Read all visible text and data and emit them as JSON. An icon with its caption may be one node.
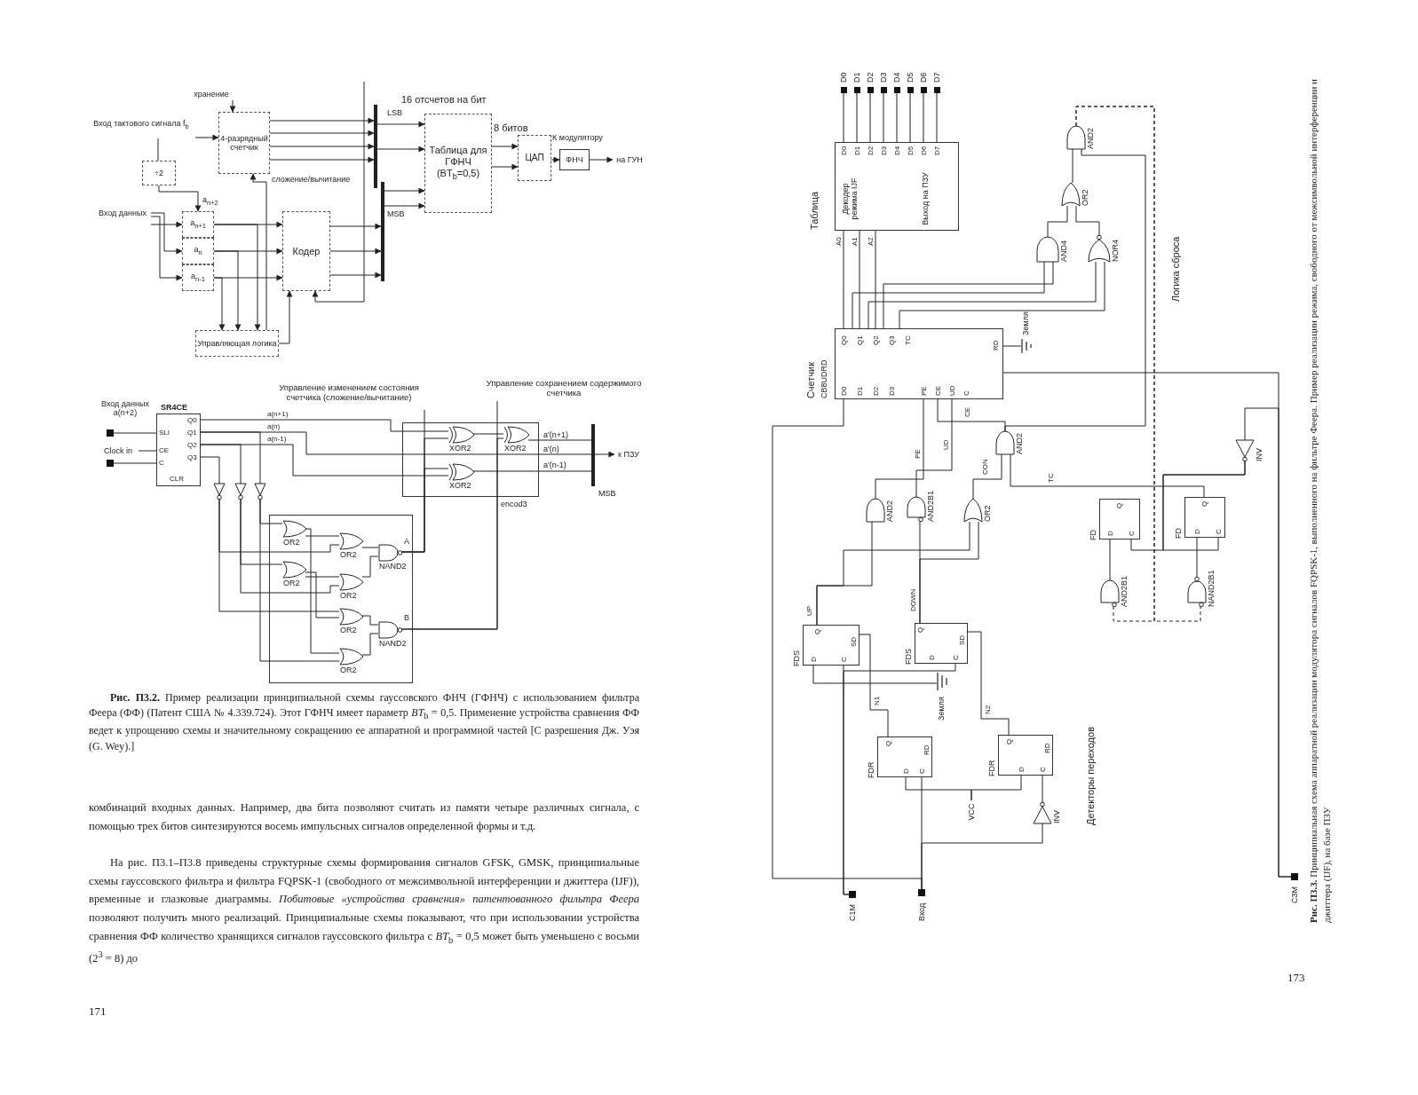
{
  "diagram": {
    "nodes": [
      {
        "text": [
          "хранение"
        ]
      },
      {
        "text": [
          "Вход тактового сигнала f$_{b}$"
        ]
      },
      {
        "text": [
          "4-разрядный счетчик"
        ]
      },
      {
        "text": [
          "÷2"
        ]
      },
      {
        "text": [
          "Вход данных"
        ]
      },
      {
        "text": [
          "a$_{n+1}$"
        ]
      },
      {
        "text": [
          "a$_{n}$"
        ]
      },
      {
        "text": [
          "a$_{n-1}$"
        ]
      },
      {
        "text": [
          "Кодер"
        ]
      },
      {
        "text": [
          "Управляющая логика"
        ]
      },
      {
        "text": [
          "Таблица для ГФНЧ (BT$_{b}$=0,5)"
        ]
      },
      {
        "text": [
          "ЦАП"
        ]
      },
      {
        "text": [
          "ФНЧ"
        ]
      },
      {
        "text": [],
        "shape": "bar"
      },
      {
        "text": [],
        "shape": "bar"
      },
      {
        "text": [
          "Вход данных a(n+2)"
        ]
      },
      {
        "text": [
          "Clock in"
        ]
      },
      {
        "text": [],
        "shape": "square"
      },
      {
        "text": [
          "SR4CE",
          "SLI",
          "CE",
          "C",
          "CLR",
          "Q0",
          "Q1",
          "Q2",
          "Q3"
        ]
      },
      {
        "text": [
          "encod3"
        ]
      },
      {
        "text": [
          "XOR2"
        ],
        "in": 19
      },
      {
        "text": [
          "XOR2"
        ],
        "in": 19
      },
      {
        "text": [
          "XOR2"
        ],
        "in": 19
      },
      {
        "text": [],
        "shape": "triangle"
      },
      {
        "text": [],
        "shape": "triangle"
      },
      {
        "text": [],
        "shape": "triangle"
      },
      {
        "text": [],
        "shape": "box"
      },
      {
        "text": [
          "OR2"
        ],
        "in": 26
      },
      {
        "text": [
          "OR2"
        ],
        "in": 26
      },
      {
        "text": [
          "NAND2"
        ],
        "in": 26
      },
      {
        "text": [
          "OR2"
        ],
        "in": 26
      },
      {
        "text": [
          "OR2"
        ],
        "in": 26
      },
      {
        "text": [
          "OR2"
        ],
        "in": 26
      },
      {
        "text": [
          "NAND2"
        ],
        "in": 26
      },
      {
        "text": [
          "OR2"
        ],
        "in": 26
      },
      {
        "text": [],
        "shape": "bar"
      },
      {
        "text": [
          "Управление изменением состояния счетчика (сложение/вычитание)"
        ]
      },
      {
        "text": [
          "Управление сохранением содержимого счетчика"
        ]
      },
      {
        "text": [
          "Таблица",
          "Декодер режима IJF",
          "Выход на ПЗУ",
          "D0",
          "D1",
          "D2",
          "D3",
          "D4",
          "D5",
          "D6",
          "D7",
          "A0",
          "A1",
          "A2"
        ]
      },
      {
        "text": [
          "D0"
        ]
      },
      {
        "text": [
          "D1"
        ]
      },
      {
        "text": [
          "D2"
        ]
      },
      {
        "text": [
          "D3"
        ]
      },
      {
        "text": [
          "D4"
        ]
      },
      {
        "text": [
          "D5"
        ]
      },
      {
        "text": [
          "D6"
        ]
      },
      {
        "text": [
          "D7"
        ]
      },
      {
        "text": [
          "Счетчик",
          "CB8UDRD",
          "D0",
          "D1",
          "D2",
          "D3",
          "PE",
          "CE",
          "UD",
          "C",
          "RD",
          "Q0",
          "Q1",
          "Q2",
          "Q3",
          "TC"
        ]
      },
      {
        "text": [
          "Земля"
        ]
      },
      {
        "text": [
          "AND4"
        ]
      },
      {
        "text": [
          "NOR4"
        ]
      },
      {
        "text": [
          "OR2"
        ]
      },
      {
        "text": [
          "AND2"
        ]
      },
      {
        "text": [
          "AND2"
        ]
      },
      {
        "text": [
          "AND2"
        ]
      },
      {
        "text": [
          "AND2B1"
        ]
      },
      {
        "text": [
          "OR2"
        ]
      },
      {
        "text": [
          "FDS",
          "Q",
          "D",
          "C",
          "SD"
        ]
      },
      {
        "text": [
          "FDS",
          "Q",
          "D",
          "C",
          "SD"
        ]
      },
      {
        "text": [
          "FDR",
          "Q",
          "D",
          "C",
          "RD"
        ]
      },
      {
        "text": [
          "FDR",
          "Q",
          "D",
          "C",
          "RD"
        ]
      },
      {
        "text": [
          "VCC"
        ]
      },
      {
        "text": [
          "INV"
        ]
      },
      {
        "text": [
          "Земля"
        ]
      },
      {
        "text": [
          "C1M"
        ]
      },
      {
        "text": [
          "Вход"
        ]
      },
      {
        "text": [
          "FD",
          "Q",
          "D",
          "C"
        ]
      },
      {
        "text": [
          "FD",
          "Q",
          "D",
          "C"
        ]
      },
      {
        "text": [
          "AND2B1"
        ]
      },
      {
        "text": [
          "NAND2B1"
        ]
      },
      {
        "text": [
          "INV"
        ]
      },
      {
        "text": [
          "C3M"
        ]
      },
      {
        "text": [
          "на ГУН"
        ]
      },
      {
        "text": [
          "к ПЗУ"
        ]
      }
    ],
    "edges": [
      {
        "from": 0,
        "to": 2,
        "arrow": "to"
      },
      {
        "from": 1,
        "to": 2,
        "arrow": "to"
      },
      {
        "from": 1,
        "to": 3,
        "arrow": "none"
      },
      {
        "from": 3,
        "to": 5,
        "arrow": "to"
      },
      {
        "from": 4,
        "to": 5,
        "arrow": "to"
      },
      {
        "from": 4,
        "to": 6,
        "arrow": "to"
      },
      {
        "from": 4,
        "to": 7,
        "arrow": "to"
      },
      {
        "from": 5,
        "to": 8,
        "arrow": "to"
      },
      {
        "from": 6,
        "to": 8,
        "arrow": "to"
      },
      {
        "from": 7,
        "to": 8,
        "arrow": "to"
      },
      {
        "from": 5,
        "to": 9,
        "arrow": "to"
      },
      {
        "from": 6,
        "to": 9,
        "arrow": "to"
      },
      {
        "from": 7,
        "to": 9,
        "arrow": "to"
      },
      {
        "from": 9,
        "to": 8,
        "arrow": "to"
      },
      {
        "from": 9,
        "to": 2,
        "arrow": "to"
      },
      {
        "from": null,
        "to": 8,
        "arrow": "to"
      },
      {
        "from": 2,
        "to": 13,
        "arrow": "to"
      },
      {
        "from": 2,
        "to": 13,
        "arrow": "to"
      },
      {
        "from": 2,
        "to": 13,
        "arrow": "to"
      },
      {
        "from": 2,
        "to": 13,
        "arrow": "to"
      },
      {
        "from": 8,
        "to": 14,
        "arrow": "to"
      },
      {
        "from": 8,
        "to": 14,
        "arrow": "to"
      },
      {
        "from": 8,
        "to": 14,
        "arrow": "to"
      },
      {
        "from": 13,
        "to": 10,
        "arrow": "to"
      },
      {
        "from": 13,
        "to": 10,
        "arrow": "to"
      },
      {
        "from": 14,
        "to": 10,
        "arrow": "to"
      },
      {
        "from": 14,
        "to": 10,
        "arrow": "to"
      },
      {
        "from": 10,
        "to": 11,
        "arrow": "to"
      },
      {
        "from": 10,
        "to": 11,
        "arrow": "to"
      },
      {
        "from": 11,
        "to": 12,
        "arrow": "to"
      },
      {
        "from": 12,
        "to": 72,
        "arrow": "to"
      },
      {
        "from": 15,
        "to": 18,
        "arrow": "none"
      },
      {
        "from": 16,
        "to": 18,
        "arrow": "none"
      },
      {
        "from": 17,
        "to": 18,
        "arrow": "none"
      },
      {
        "from": 18,
        "to": 20,
        "arrow": "none",
        "label": "a(n+1)"
      },
      {
        "from": 18,
        "to": 35,
        "arrow": "none",
        "label": "a(n)"
      },
      {
        "from": 18,
        "to": 22,
        "arrow": "none",
        "label": "a(n-1)"
      },
      {
        "from": 20,
        "to": 21,
        "arrow": "none"
      },
      {
        "from": 21,
        "to": 35,
        "arrow": "none"
      },
      {
        "from": 22,
        "to": 35,
        "arrow": "none"
      },
      {
        "from": 35,
        "to": 73,
        "arrow": "to"
      },
      {
        "from": 18,
        "to": 23,
        "arrow": "none"
      },
      {
        "from": 18,
        "to": 24,
        "arrow": "none"
      },
      {
        "from": 18,
        "to": 25,
        "arrow": "none"
      },
      {
        "from": 25,
        "to": 27,
        "arrow": "none"
      },
      {
        "from": 24,
        "to": 30,
        "arrow": "none"
      },
      {
        "from": 23,
        "to": 32,
        "arrow": "none"
      },
      {
        "from": 27,
        "to": 28,
        "arrow": "none"
      },
      {
        "from": 30,
        "to": 31,
        "arrow": "none"
      },
      {
        "from": 28,
        "to": 29,
        "arrow": "none"
      },
      {
        "from": 31,
        "to": 29,
        "arrow": "none"
      },
      {
        "from": 32,
        "to": 33,
        "arrow": "none"
      },
      {
        "from": 34,
        "to": 33,
        "arrow": "none"
      },
      {
        "from": 27,
        "to": 34,
        "arrow": "none"
      },
      {
        "from": 30,
        "to": 32,
        "arrow": "none"
      },
      {
        "from": 23,
        "to": 28,
        "arrow": "none"
      },
      {
        "from": 24,
        "to": 31,
        "arrow": "none"
      },
      {
        "from": 25,
        "to": 34,
        "arrow": "none"
      },
      {
        "from": 29,
        "to": 36,
        "arrow": "none"
      },
      {
        "from": 29,
        "to": 20,
        "arrow": "none"
      },
      {
        "from": 29,
        "to": 22,
        "arrow": "none"
      },
      {
        "from": 33,
        "to": 37,
        "arrow": "none"
      },
      {
        "from": 33,
        "to": 21,
        "arrow": "none"
      },
      {
        "from": 38,
        "to": 39,
        "arrow": "none"
      },
      {
        "from": 38,
        "to": 40,
        "arrow": "none"
      },
      {
        "from": 38,
        "to": 41,
        "arrow": "none"
      },
      {
        "from": 38,
        "to": 42,
        "arrow": "none"
      },
      {
        "from": 38,
        "to": 43,
        "arrow": "none"
      },
      {
        "from": 38,
        "to": 44,
        "arrow": "none"
      },
      {
        "from": 38,
        "to": 45,
        "arrow": "none"
      },
      {
        "from": 38,
        "to": 46,
        "arrow": "none"
      },
      {
        "from": 38,
        "to": 47,
        "arrow": "none"
      },
      {
        "from": 38,
        "to": 47,
        "arrow": "none"
      },
      {
        "from": 38,
        "to": 47,
        "arrow": "none"
      },
      {
        "from": 47,
        "to": 48,
        "arrow": "none"
      },
      {
        "from": 47,
        "to": 49,
        "arrow": "none"
      },
      {
        "from": 47,
        "to": 49,
        "arrow": "none"
      },
      {
        "from": 47,
        "to": 50,
        "arrow": "none"
      },
      {
        "from": 47,
        "to": 50,
        "arrow": "none"
      },
      {
        "from": 49,
        "to": 51,
        "arrow": "none"
      },
      {
        "from": 50,
        "to": 51,
        "arrow": "none"
      },
      {
        "from": 51,
        "to": 52,
        "arrow": "none"
      },
      {
        "from": 53,
        "to": 47,
        "arrow": "none",
        "label": "CE"
      },
      {
        "from": 53,
        "to": 52,
        "arrow": "none"
      },
      {
        "from": 54,
        "to": 47,
        "arrow": "none",
        "label": "PE"
      },
      {
        "from": 55,
        "to": 47,
        "arrow": "none",
        "label": "UD"
      },
      {
        "from": 56,
        "to": 53,
        "arrow": "none",
        "label": "CON"
      },
      {
        "from": 57,
        "to": 54,
        "arrow": "none",
        "label": "UP"
      },
      {
        "from": 57,
        "to": 56,
        "arrow": "none"
      },
      {
        "from": 58,
        "to": 55,
        "arrow": "none",
        "label": "DOWN"
      },
      {
        "from": 58,
        "to": 56,
        "arrow": "none"
      },
      {
        "from": 59,
        "to": 57,
        "arrow": "none",
        "label": "N1"
      },
      {
        "from": 60,
        "to": 58,
        "arrow": "none",
        "label": "N2"
      },
      {
        "from": 61,
        "to": 59,
        "arrow": "none"
      },
      {
        "from": 61,
        "to": 60,
        "arrow": "none"
      },
      {
        "from": 62,
        "to": 60,
        "arrow": "none"
      },
      {
        "from": 57,
        "to": 63,
        "arrow": "none"
      },
      {
        "from": 64,
        "to": 57,
        "arrow": "none"
      },
      {
        "from": 64,
        "to": 58,
        "arrow": "none"
      },
      {
        "from": 65,
        "to": 59,
        "arrow": "none"
      },
      {
        "from": 65,
        "to": 62,
        "arrow": "none"
      },
      {
        "from": 65,
        "to": 47,
        "arrow": "none"
      },
      {
        "from": 68,
        "to": 66,
        "arrow": "none"
      },
      {
        "from": 69,
        "to": 67,
        "arrow": "none"
      },
      {
        "from": 70,
        "to": 66,
        "arrow": "none"
      },
      {
        "from": 70,
        "to": 67,
        "arrow": "none"
      },
      {
        "from": 71,
        "to": 70,
        "arrow": "none"
      },
      {
        "from": 71,
        "to": 47,
        "arrow": "none"
      },
      {
        "from": 67,
        "to": 53,
        "arrow": "none",
        "label": "TC"
      },
      {
        "from": 52,
        "to": 68,
        "arrow": "none",
        "style": "dashed"
      },
      {
        "from": 52,
        "to": 69,
        "arrow": "none",
        "style": "dashed"
      }
    ],
    "labels": [
      "16 отсчетов на бит",
      "LSB",
      "MSB",
      "8 битов",
      "К модулятору",
      "сложение/вычитание",
      "a$_{n+2}$",
      "A",
      "B",
      "a'(n+1)",
      "a'(n)",
      "a'(n-1)",
      "MSB",
      "**Рис. П3.2.** Пример реализации принципиальной схемы гауссовского ФНЧ (ГФНЧ) с использованием фильтра Феера (ФФ) (Патент США № 4.339.724). Этот ГФНЧ имеет параметр *BT*$_{b}$ = 0,5. Применение устройства сравнения ФФ ведет к упрощению схемы и значительному сокращению ее аппаратной и программной частей [С разрешения Дж. Уэя (G. Wey).]",
      "комбинаций входных данных. Например, два бита позволяют считать из памяти четыре различных сигнала, с помощью трех битов синтезируются восемь импульсных сигналов определенной формы и т.д.",
      "На рис. П3.1–П3.8 приведены структурные схемы формирования сигналов GFSK, GMSK, принципиальные схемы гауссовского фильтра и фильтра FQPSK-1 (свободного от межсимвольной интерференции и джиттера (IJF)), временные и глазковые диаграммы. *Побитовые «устройства сравнения» патентованного фильтра Феера* позволяют получить много реализаций. Принципиальные схемы показывают, что при использовании устройства сравнения ФФ количество хранящихся сигналов гауссовского фильтра с *BT*$_{b}$ = 0,5 может быть уменьшено с восьми (2$^{3}$ = 8) до",
      "171",
      "Логика сброса",
      "Детекторы переходов",
      "**Рис. П3.3.** Принципиальная схема аппаратной реализации модулятора сигналов FQPSK-1, выполненного на фильтре Феера. Пример реализации режима, свободного от межсимвольной интерференции и джиттера (IJF), на базе ПЗУ",
      "173"
    ]
  }
}
